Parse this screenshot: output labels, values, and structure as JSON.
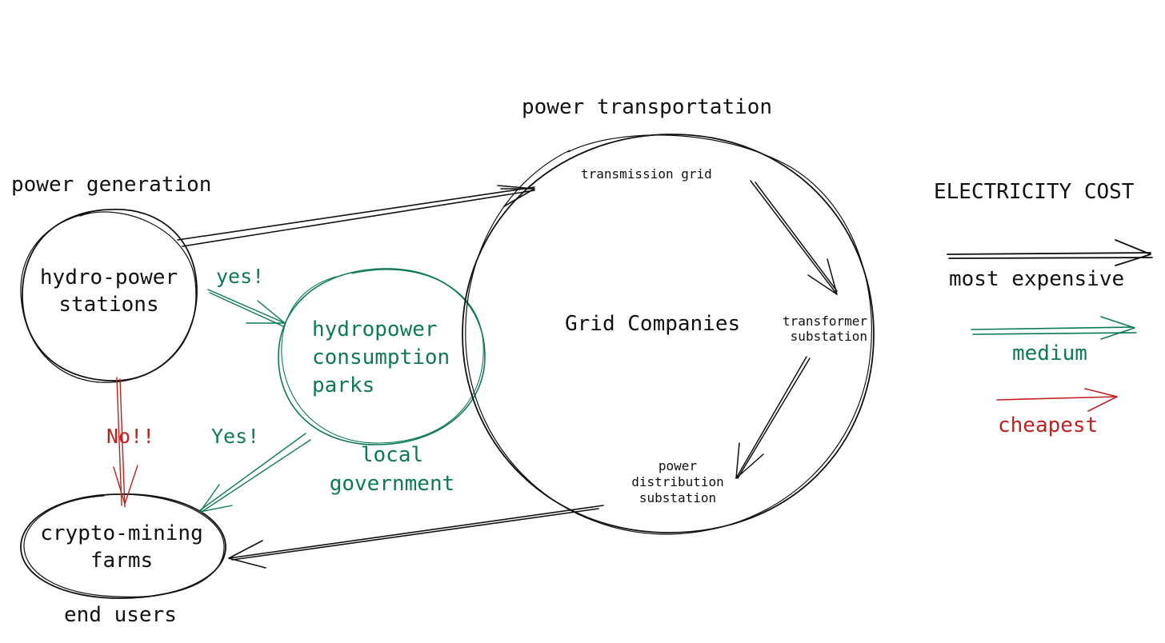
{
  "colors": {
    "ink": "#111111",
    "green": "#0b7a55",
    "red": "#c0201e",
    "background": "#ffffff"
  },
  "sections": {
    "generation": "power generation",
    "transportation": "power transportation",
    "end_users": "end users"
  },
  "nodes": {
    "hydro_stations": "hydro-power\nstations",
    "consumption_parks": "hydropower\nconsumption\nparks",
    "consumption_parks_owner": "local\ngovernment",
    "grid_companies": "Grid Companies",
    "transmission_grid": "transmission grid",
    "transformer_substation": "transformer\nsubstation",
    "distribution_substation": "power\ndistribution\nsubstation",
    "crypto_farms": "crypto-mining\nfarms"
  },
  "edges": [
    {
      "from": "hydro_stations",
      "to": "grid_companies",
      "cost": "most expensive",
      "label": ""
    },
    {
      "from": "hydro_stations",
      "to": "consumption_parks",
      "cost": "medium",
      "label": "yes!"
    },
    {
      "from": "consumption_parks",
      "to": "crypto_farms",
      "cost": "medium",
      "label": "Yes!"
    },
    {
      "from": "hydro_stations",
      "to": "crypto_farms",
      "cost": "cheapest",
      "label": "No!!"
    },
    {
      "from": "grid_companies",
      "to": "crypto_farms",
      "cost": "most expensive",
      "label": ""
    },
    {
      "from": "transmission_grid",
      "to": "transformer_substation",
      "cost": "most expensive",
      "label": ""
    },
    {
      "from": "transformer_substation",
      "to": "distribution_substation",
      "cost": "most expensive",
      "label": ""
    }
  ],
  "edge_labels": {
    "yes_parks": "yes!",
    "yes_farms": "Yes!",
    "no_direct": "No!!"
  },
  "legend": {
    "title": "ELECTRICITY COST",
    "items": [
      {
        "label": "most expensive",
        "color": "#111111"
      },
      {
        "label": "medium",
        "color": "#0b7a55"
      },
      {
        "label": "cheapest",
        "color": "#c0201e"
      }
    ]
  }
}
